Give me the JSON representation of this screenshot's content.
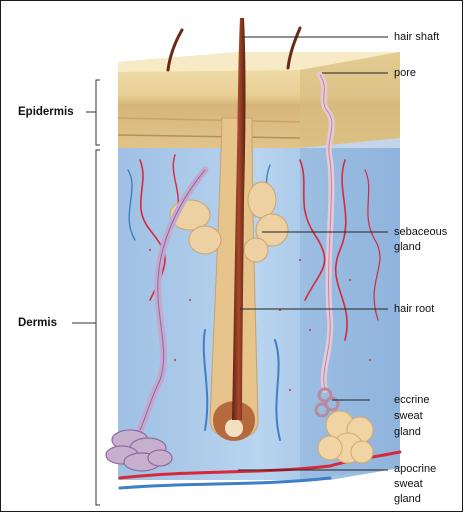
{
  "figure": {
    "layers": {
      "epidermis": "Epidermis",
      "dermis": "Dermis"
    },
    "labels": {
      "hair_shaft": "hair shaft",
      "pore": "pore",
      "sebaceous_gland_l1": "sebaceous",
      "sebaceous_gland_l2": "gland",
      "hair_root": "hair root",
      "eccrine_l1": "eccrine",
      "eccrine_l2": "sweat",
      "eccrine_l3": "gland",
      "apocrine_l1": "apocrine",
      "apocrine_l2": "sweat",
      "apocrine_l3": "gland"
    },
    "colors": {
      "epidermis": "#f0dfaa",
      "epidermis_dark": "#d9bd7c",
      "dermis": "#a9c8e8",
      "hair": "#8a3520",
      "follicle": "#e7c48c",
      "sebaceous": "#eed1a2",
      "artery": "#d8283a",
      "vein": "#3e7fc8",
      "sweat_gland": "#c7b0cf"
    }
  }
}
